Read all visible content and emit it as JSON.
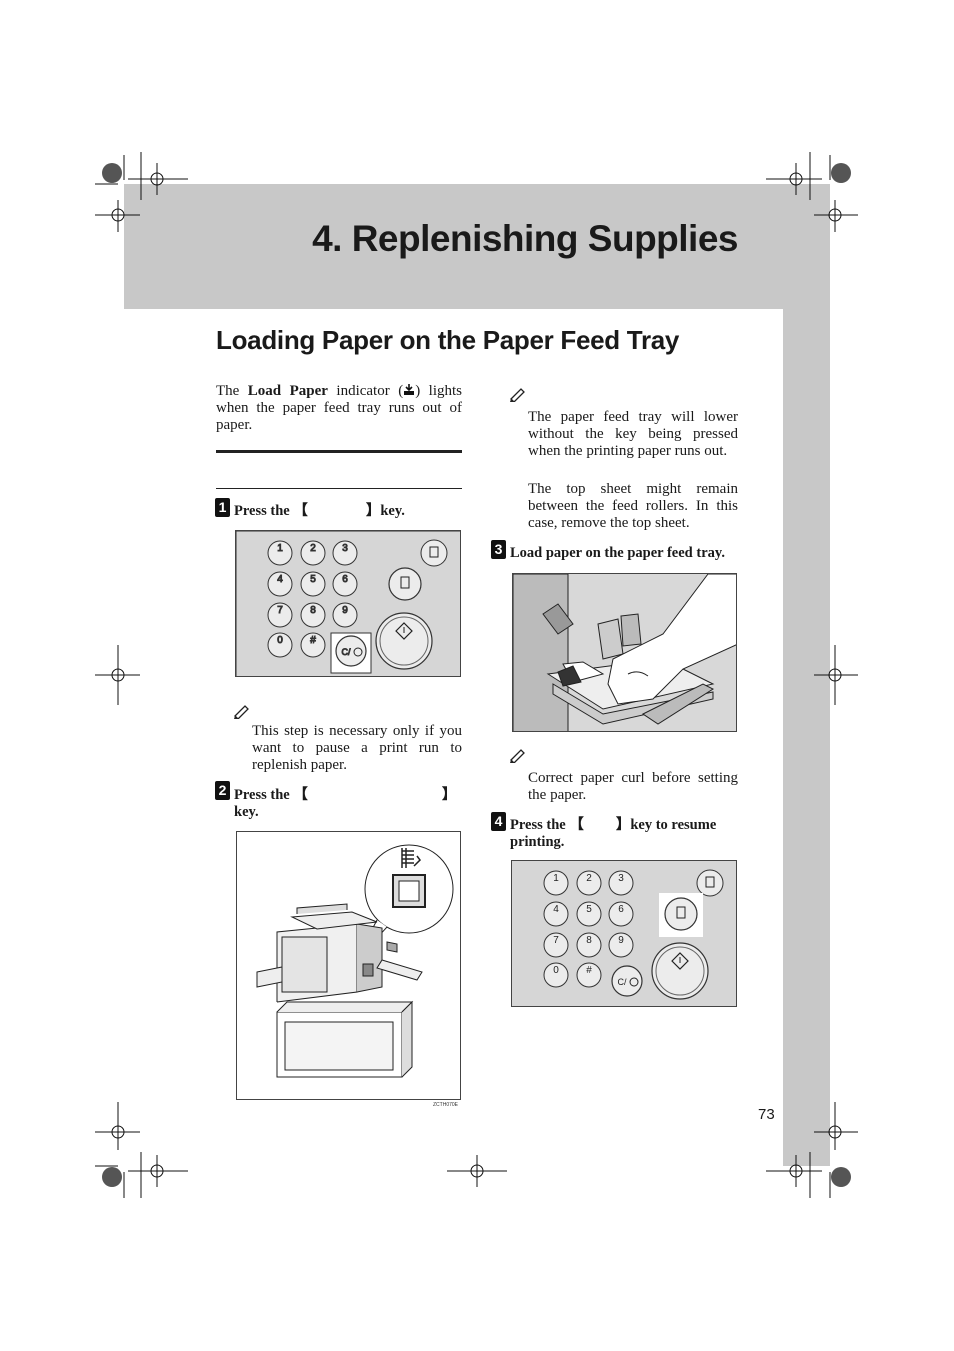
{
  "chapter_title": "4. Replenishing Supplies",
  "section_title": "Loading Paper on the Paper Feed Tray",
  "intro": {
    "part1": "The ",
    "bold": "Load Paper",
    "part2": " indicator (",
    "part3": ") lights when the paper feed tray runs out of paper."
  },
  "steps": [
    {
      "num": "1",
      "prefix": "Press the ",
      "open": "【",
      "close": "】",
      "suffix": "key."
    },
    {
      "num": "2",
      "prefix": "Press  the ",
      "open": "【",
      "close": "】",
      "suffix": "key."
    },
    {
      "num": "3",
      "text": "Load paper on the paper feed tray."
    },
    {
      "num": "4",
      "prefix": "Press  the ",
      "open": "【",
      "close": "】",
      "suffix": "key  to  resume",
      "line2": "printing."
    }
  ],
  "notes": {
    "step1": "This step is necessary only if you want to pause a print run to replenish paper.",
    "right1_a": "The paper feed tray will lower without the key being pressed when the printing paper runs out.",
    "right1_b": "The top sheet might remain between the feed rollers. In this case, remove the top sheet.",
    "step3": "Correct paper curl before setting the paper."
  },
  "keypad": {
    "keys": [
      "1",
      "2",
      "3",
      "4",
      "5",
      "6",
      "7",
      "8",
      "9",
      "0",
      "#"
    ],
    "clear": "C/"
  },
  "figure_code": "ZCTH070E",
  "page_number": "73"
}
